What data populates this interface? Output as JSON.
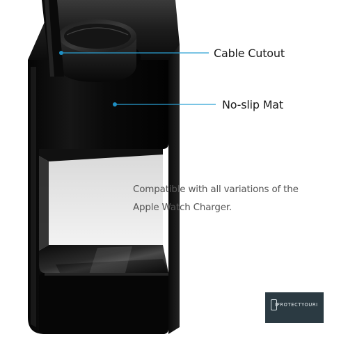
{
  "callouts": {
    "cable_cutout": "Cable Cutout",
    "no_slip_mat": "No-slip Mat"
  },
  "description": {
    "line1": "Compatible with all variations of the",
    "line2": "Apple Watch Charger."
  },
  "brand": {
    "name": "IPROTECTYOURI",
    "icon": "phone-outline-icon",
    "background": "#2b3a42"
  },
  "colors": {
    "product": "#0d0d0d",
    "callout_line": "#2aa0d4",
    "callout_dot": "#1e8fc4",
    "text": "#555555"
  }
}
